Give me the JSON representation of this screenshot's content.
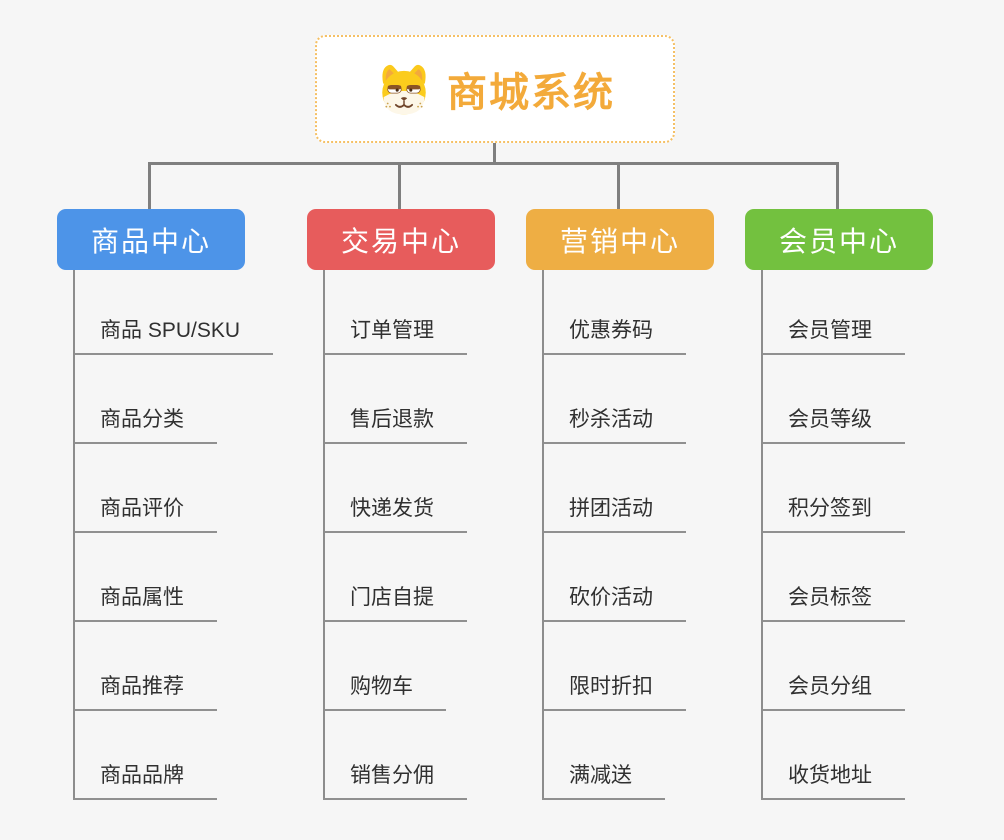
{
  "page": {
    "background_color": "#f6f6f6",
    "connector_color": "#7f7f7f",
    "underline_color": "#909090"
  },
  "root": {
    "title": "商城系统",
    "icon": "shiba-dog-icon",
    "title_color": "#f3aa3a",
    "border_color": "#f5c065",
    "background": "#ffffff"
  },
  "branches": [
    {
      "label": "商品中心",
      "color": "#4d94e8",
      "items": [
        "商品 SPU/SKU",
        "商品分类",
        "商品评价",
        "商品属性",
        "商品推荐",
        "商品品牌"
      ]
    },
    {
      "label": "交易中心",
      "color": "#e75c5c",
      "items": [
        "订单管理",
        "售后退款",
        "快递发货",
        "门店自提",
        "购物车",
        "销售分佣"
      ]
    },
    {
      "label": "营销中心",
      "color": "#eeae44",
      "items": [
        "优惠券码",
        "秒杀活动",
        "拼团活动",
        "砍价活动",
        "限时折扣",
        "满减送"
      ]
    },
    {
      "label": "会员中心",
      "color": "#73c13f",
      "items": [
        "会员管理",
        "会员等级",
        "积分签到",
        "会员标签",
        "会员分组",
        "收货地址"
      ]
    }
  ]
}
